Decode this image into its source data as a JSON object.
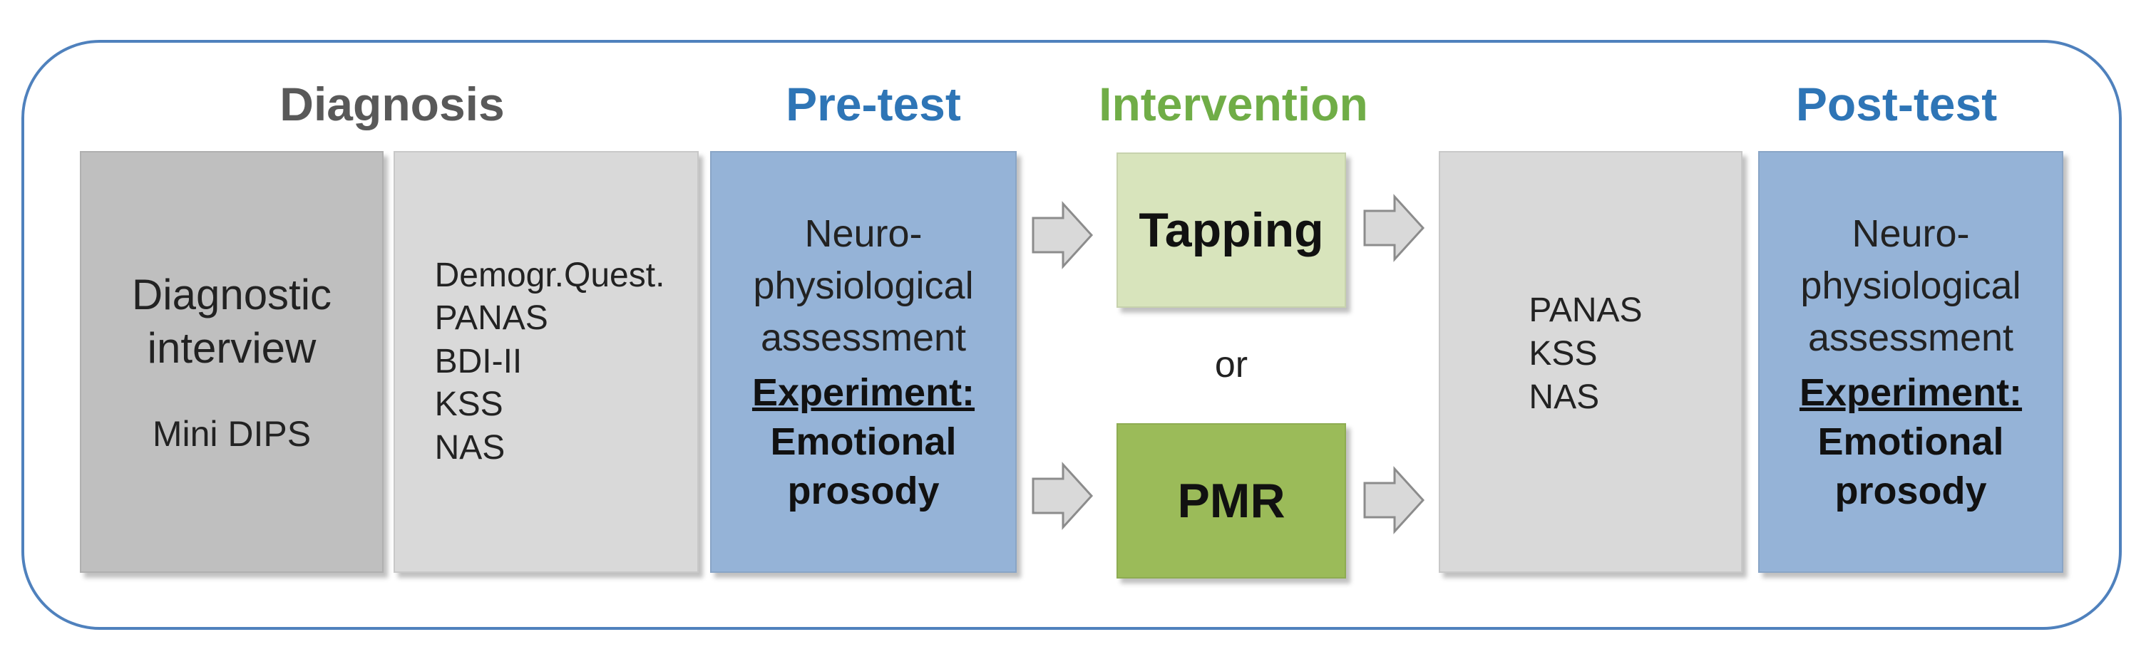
{
  "colors": {
    "frame": "#4f81bd",
    "diagnosis_heading": "#595959",
    "test_heading": "#2e75b6",
    "intervention_heading": "#70ad47",
    "gray_dark": "#bfbfbf",
    "gray_light": "#d9d9d9",
    "blue_box": "#95b3d7",
    "green_light": "#d8e4bc",
    "green_dark": "#9bbb59"
  },
  "headings": {
    "diagnosis": "Diagnosis",
    "pretest": "Pre-test",
    "intervention": "Intervention",
    "posttest": "Post-test"
  },
  "diagnostic_box": {
    "lines": [
      "Diagnostic",
      "interview"
    ],
    "sub": "Mini DIPS"
  },
  "questionnaire_box": {
    "items": [
      "Demogr.Quest.",
      "PANAS",
      "BDI-II",
      "KSS",
      "NAS"
    ]
  },
  "pretest_box": {
    "lines": [
      "Neuro-",
      "physiological",
      "assessment"
    ],
    "experiment": "Experiment:",
    "bold_lines": [
      "Emotional",
      "prosody"
    ]
  },
  "intervention": {
    "option_a": "Tapping",
    "connector": "or",
    "option_b": "PMR"
  },
  "post_questionnaire_box": {
    "items": [
      "PANAS",
      "KSS",
      "NAS"
    ]
  },
  "posttest_box": {
    "lines": [
      "Neuro-",
      "physiological",
      "assessment"
    ],
    "experiment": "Experiment:",
    "bold_lines": [
      "Emotional",
      "prosody"
    ]
  },
  "icons": {
    "flow_arrow": "right-arrow-icon"
  }
}
